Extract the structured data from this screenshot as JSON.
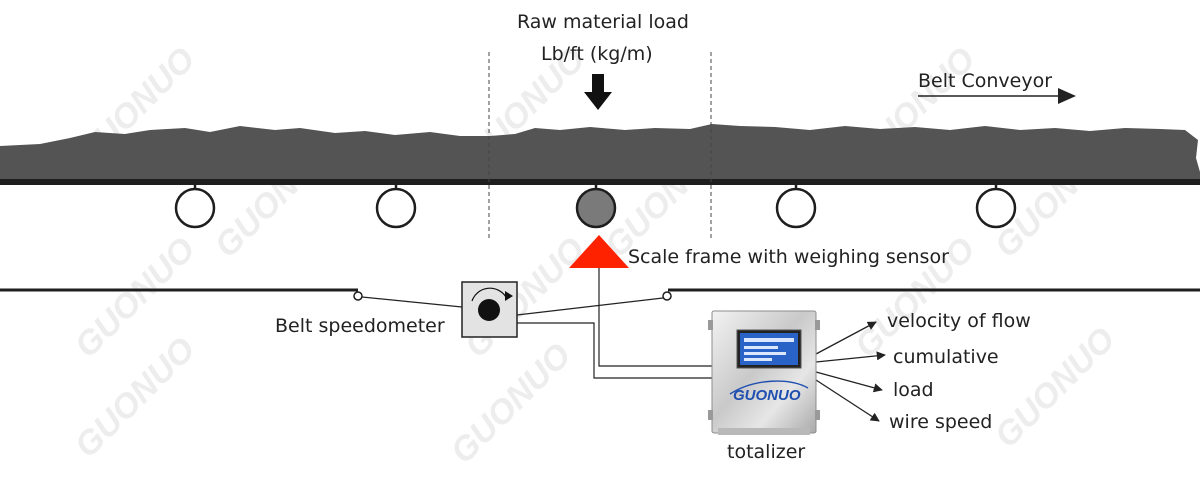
{
  "labels": {
    "raw_material_load": "Raw material load",
    "load_unit": "Lb/ft (kg/m)",
    "belt_conveyor": "Belt Conveyor",
    "scale_frame": "Scale frame with weighing sensor",
    "belt_speedometer": "Belt speedometer",
    "totalizer": "totalizer"
  },
  "outputs": [
    "velocity of flow",
    "cumulative",
    "load",
    "wire speed"
  ],
  "totalizer_logo": "GUONUO",
  "watermark": "GUONUO",
  "colors": {
    "material": "#545454",
    "belt": "#1e1e1e",
    "weigh_idler": "#7a7a7a",
    "sensor_triangle": "#ff2200",
    "logo_blue": "#1f4fb0",
    "screen_blue": "#2a63c8"
  }
}
